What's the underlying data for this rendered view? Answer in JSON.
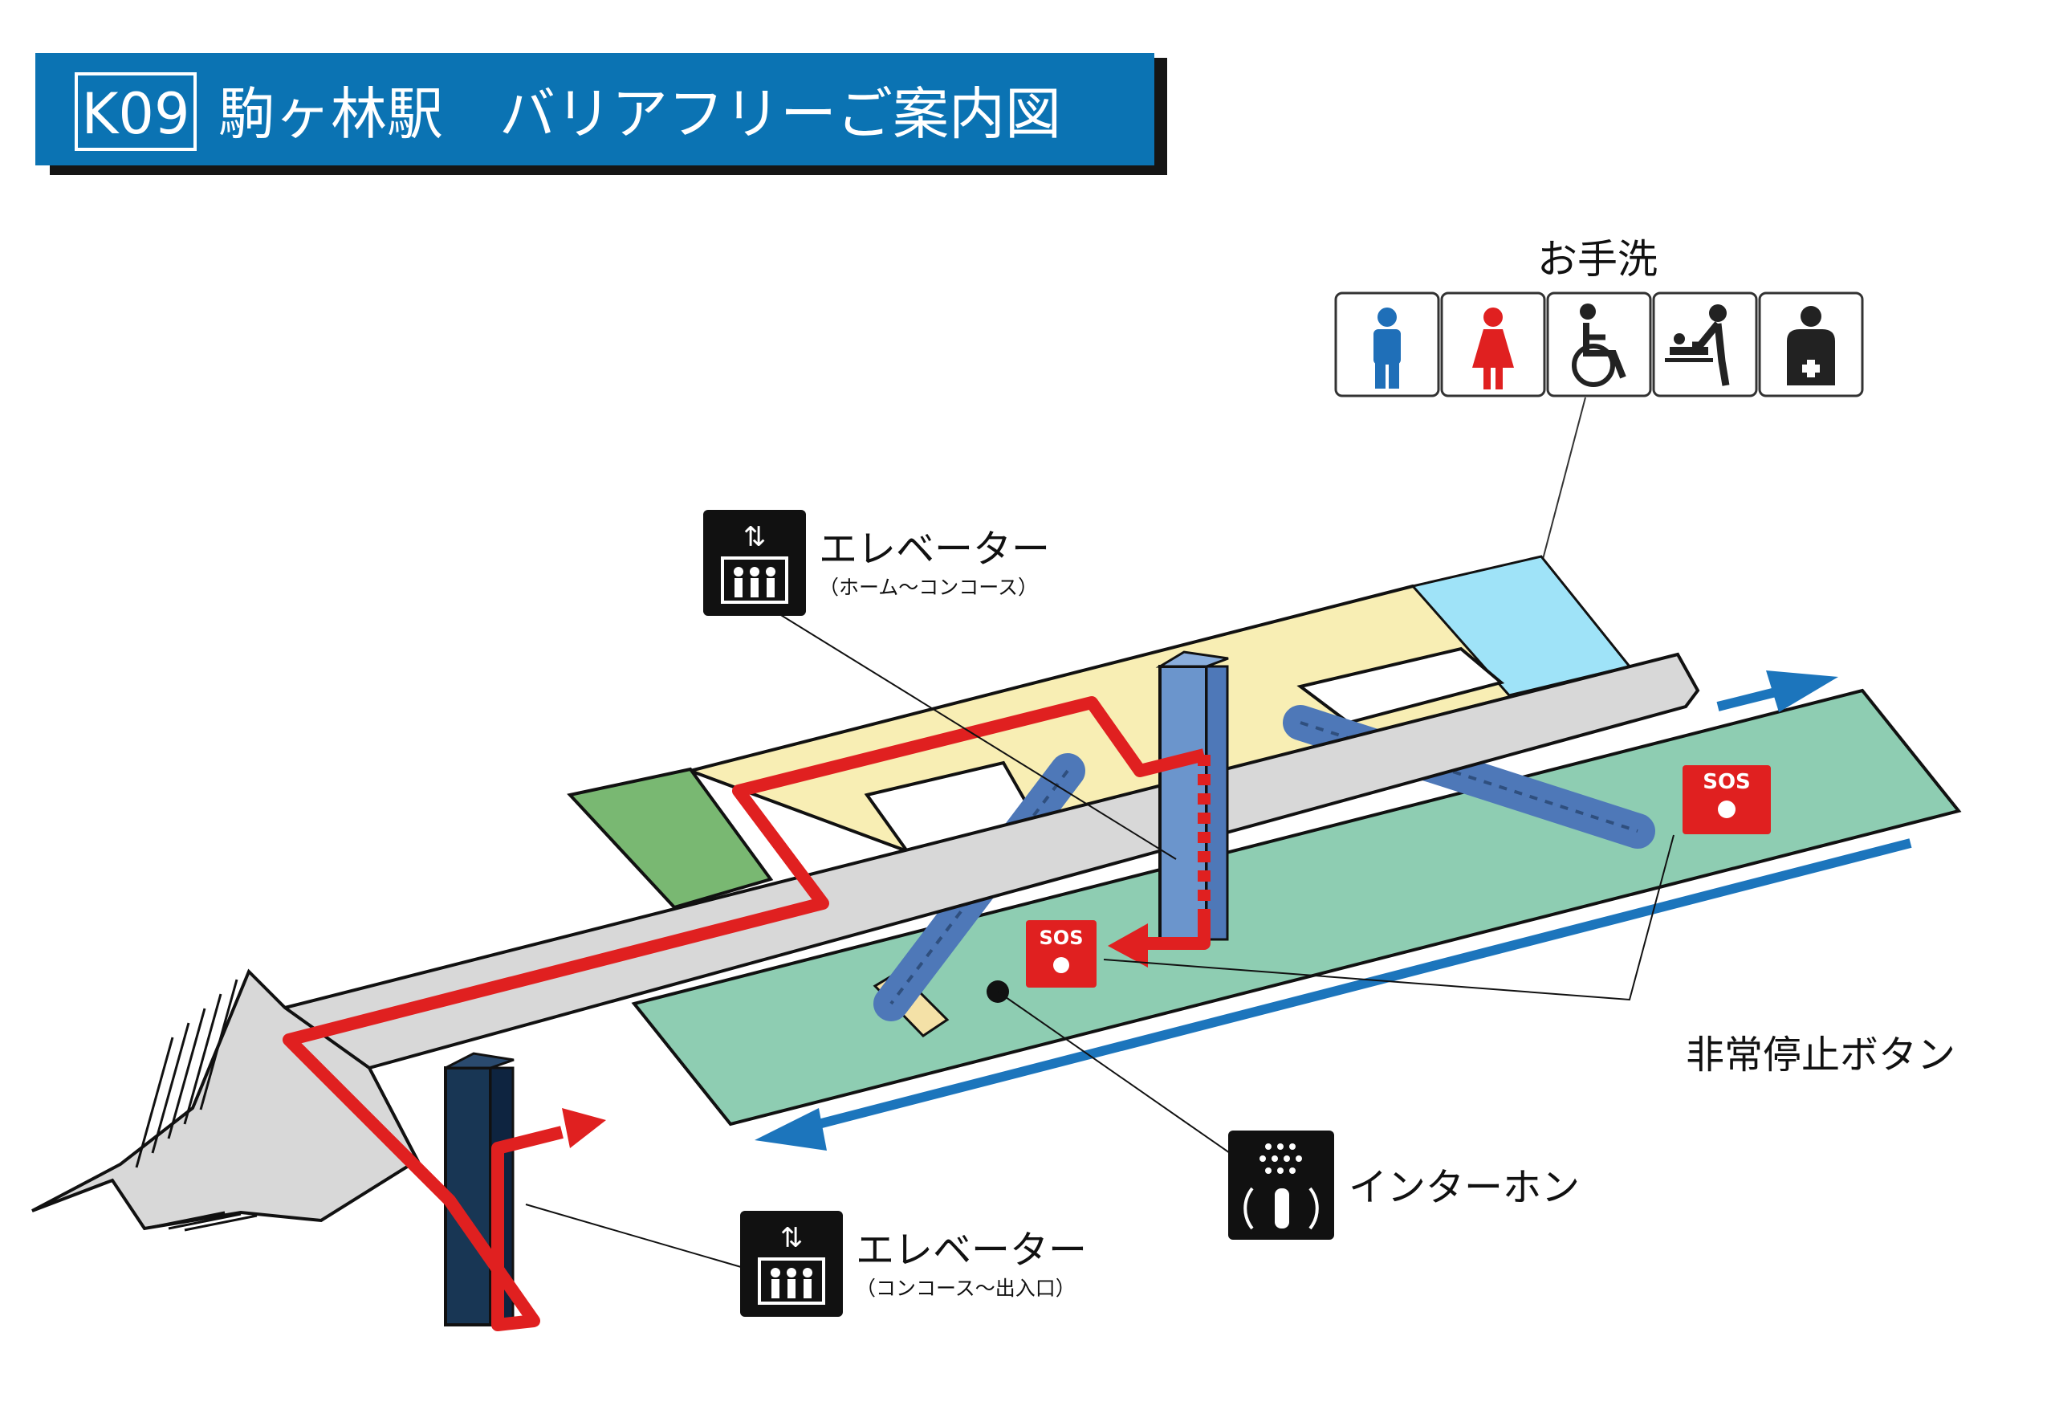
{
  "header": {
    "station_code": "K09",
    "title": "駒ヶ林駅　バリアフリーご案内図"
  },
  "toilets": {
    "label": "お手洗",
    "icons": [
      "male-toilet-icon",
      "female-toilet-icon",
      "wheelchair-icon",
      "baby-changing-icon",
      "ostomate-icon"
    ]
  },
  "elevator_upper": {
    "label": "エレベーター",
    "sublabel": "（ホーム～コンコース）",
    "icon": "elevator-icon"
  },
  "elevator_lower": {
    "label": "エレベーター",
    "sublabel": "（コンコース～出入口）",
    "icon": "elevator-icon"
  },
  "emergency": {
    "label": "非常停止ボタン",
    "badge_text": "SOS",
    "icon": "sos-button-icon"
  },
  "intercom": {
    "label": "インターホン",
    "icon": "intercom-icon"
  },
  "colors": {
    "title_bar": "#0b73b3",
    "route_red": "#e02020",
    "platform_green": "#8ecdb2",
    "concourse_yellow": "#f8eeb4",
    "toilet_blue": "#9fe3f8",
    "corridor_gray": "#d8d8d8",
    "elevator_blue": "#6b95cc",
    "elevator_navy": "#183654",
    "escalator_blue": "#4e78b8",
    "train_arrow_blue": "#1c75bc",
    "exit_green": "#79b872"
  }
}
